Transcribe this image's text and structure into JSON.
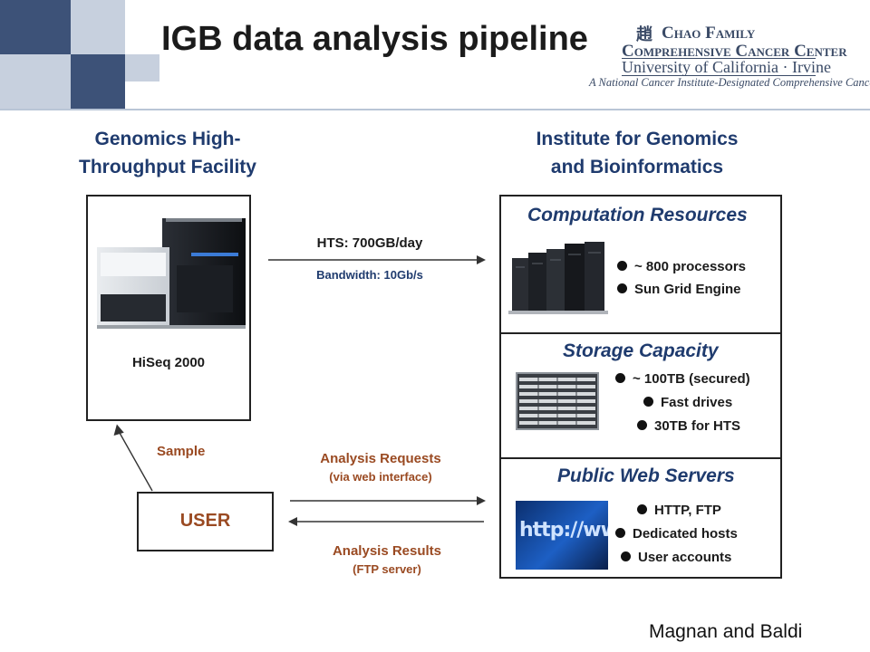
{
  "title": "IGB data analysis pipeline",
  "logo": {
    "line1": "Chao Family",
    "line2": "Comprehensive Cancer Center",
    "line3": "University of California · Irvine",
    "line4": "A National Cancer Institute-Designated Comprehensive Cancer Center"
  },
  "left_heading": {
    "line1": "Genomics High-",
    "line2": "Throughput Facility"
  },
  "right_heading": {
    "line1": "Institute for Genomics",
    "line2": "and Bioinformatics"
  },
  "sequencer": {
    "label": "HiSeq 2000"
  },
  "transfer": {
    "hts": "HTS: 700GB/day",
    "bandwidth": "Bandwidth: 10Gb/s"
  },
  "sections": {
    "computation": {
      "title": "Computation Resources",
      "bullets": [
        "~ 800 processors",
        "Sun Grid Engine"
      ]
    },
    "storage": {
      "title": "Storage Capacity",
      "bullets": [
        "~ 100TB (secured)",
        "Fast drives",
        "30TB for HTS"
      ]
    },
    "web": {
      "title": "Public Web Servers",
      "image_text": "http://www",
      "bullets": [
        "HTTP, FTP",
        "Dedicated hosts",
        "User accounts"
      ]
    }
  },
  "user": {
    "label": "USER",
    "sample": "Sample"
  },
  "requests": {
    "line1": "Analysis Requests",
    "line2": "(via web interface)"
  },
  "results": {
    "line1": "Analysis Results",
    "line2": "(FTP server)"
  },
  "credit": "Magnan and Baldi",
  "colors": {
    "navy": "#1f3b6e",
    "brown": "#9a4a22",
    "deco_dark": "#3d5278",
    "deco_light": "#c7d0de"
  }
}
